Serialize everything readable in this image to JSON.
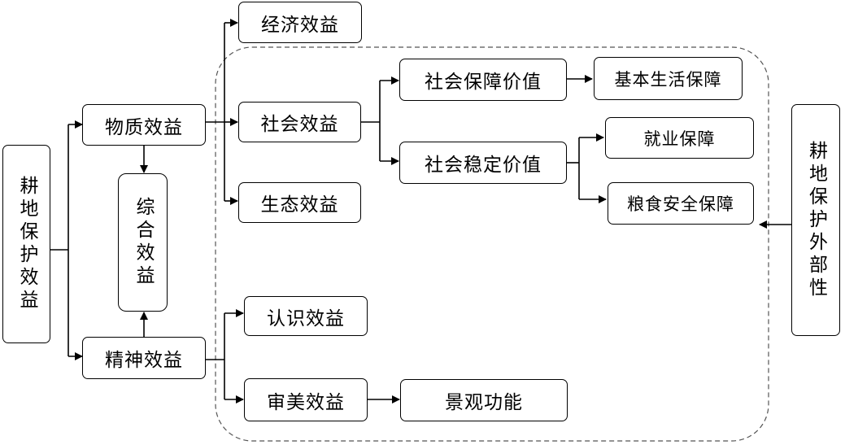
{
  "nodes": {
    "farmland_protection_benefit": "耕地保护效益",
    "material_benefit": "物质效益",
    "spiritual_benefit": "精神效益",
    "comprehensive_benefit": "综合效益",
    "economic_benefit": "经济效益",
    "social_benefit": "社会效益",
    "ecological_benefit": "生态效益",
    "social_security_value": "社会保障价值",
    "social_stability_value": "社会稳定价值",
    "basic_living_security": "基本生活保障",
    "employment_security": "就业保障",
    "food_security": "粮食安全保障",
    "cognitive_benefit": "认识效益",
    "aesthetic_benefit": "审美效益",
    "landscape_function": "景观功能",
    "farmland_protection_externality": "耕地保护外部性"
  }
}
